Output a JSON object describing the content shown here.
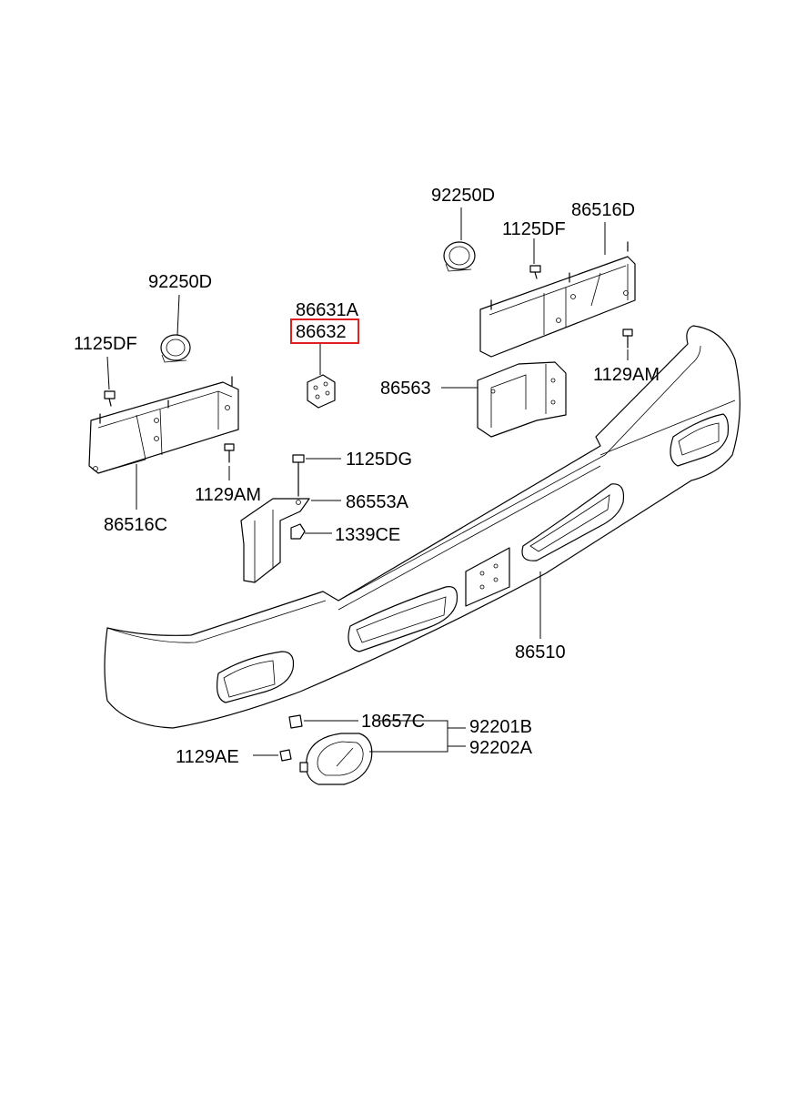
{
  "labels": {
    "p92250D_left": "92250D",
    "p1125DF_left": "1125DF",
    "p86516C": "86516C",
    "p1129AM_left": "1129AM",
    "p86631A": "86631A",
    "p86632": "86632",
    "p1125DG": "1125DG",
    "p86553A": "86553A",
    "p1339CE": "1339CE",
    "p92250D_right": "92250D",
    "p1125DF_right": "1125DF",
    "p86516D": "86516D",
    "p86563": "86563",
    "p1129AM_right": "1129AM",
    "p86510": "86510",
    "p18657C": "18657C",
    "p92201B": "92201B",
    "p92202A": "92202A",
    "p1129AE": "1129AE"
  },
  "highlight_part": "86632",
  "colors": {
    "line": "#000000",
    "highlight": "#e02020",
    "background": "#ffffff"
  }
}
